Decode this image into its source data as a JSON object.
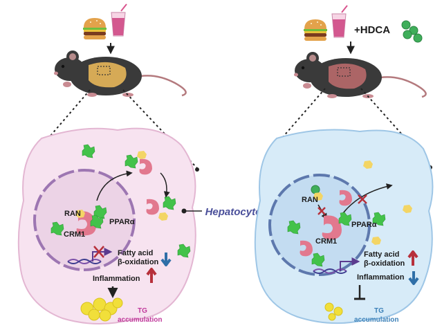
{
  "center_label": "Hepatocyte",
  "left_panel": {
    "ran": "RAN",
    "crm1": "CRM1",
    "ppar": "PPARα",
    "fa_line1": "Fatty acid",
    "fa_line2": "β-oxidation",
    "inflammation": "Inflammation",
    "tg_line1": "TG",
    "tg_line2": "accumulation"
  },
  "right_panel": {
    "treatment": "+HDCA",
    "ran": "RAN",
    "crm1": "CRM1",
    "ppar": "PPARα",
    "fa_line1": "Fatty acid",
    "fa_line2": "β-oxidation",
    "inflammation": "Inflammation",
    "tg_line1": "TG",
    "tg_line2": "accumulation"
  },
  "colors": {
    "left_cell_fill": "#f7e3f0",
    "left_cell_stroke": "#e3b6d2",
    "left_nucleus_fill": "#ecd3e6",
    "right_cell_fill": "#d7ebf8",
    "right_cell_stroke": "#9ec6e6",
    "right_nucleus_fill": "#c3dcf1",
    "crm1": "#e2788e",
    "ran": "#f3cf6a",
    "ppar": "#43c24a",
    "hdca": "#3fae5a",
    "lipid": "#f1df3a",
    "arrow_up": "#b7303b",
    "arrow_down": "#2f6fa8",
    "hepatocyte_text": "#4a4f9a",
    "tg_left": "#c0399b",
    "tg_right": "#3b80b8"
  },
  "icons": [
    "burger-icon",
    "drink-icon",
    "mouse-icon",
    "hdca-molecule-icon",
    "lipid-droplet-icon"
  ]
}
